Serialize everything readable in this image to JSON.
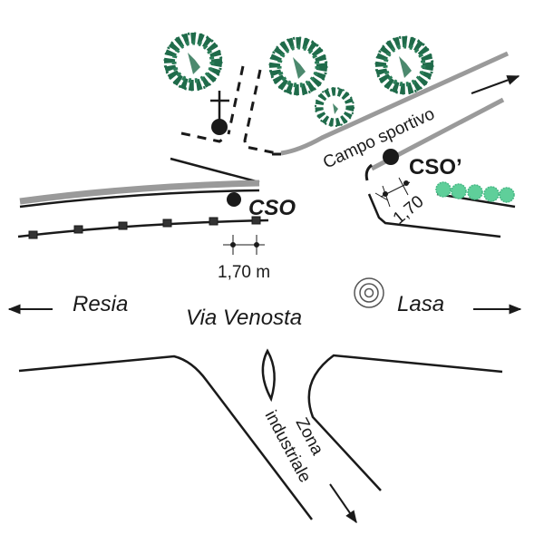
{
  "map": {
    "labels": {
      "campo_sportivo": "Campo sportivo",
      "cso": "CSO",
      "cso_prime": "CSO’",
      "distance_left": "1,70 m",
      "distance_right": "1,70",
      "resia": "Resia",
      "lasa": "Lasa",
      "via_venosta": "Via Venosta",
      "zona": "Zona",
      "industriale": "industriale"
    },
    "icons": {
      "tree": "tree-icon",
      "cross": "church-cross-icon",
      "point": "measurement-point-icon",
      "target": "target-icon",
      "hedge": "hedge-icon",
      "railway": "railway-icon",
      "arrow": "direction-arrow-icon"
    },
    "colors": {
      "line": "#1a1a1a",
      "road_gray": "#9a9a9a",
      "tree_green": "#1f6b4a",
      "hedge_green": "#5fcf9a"
    }
  }
}
